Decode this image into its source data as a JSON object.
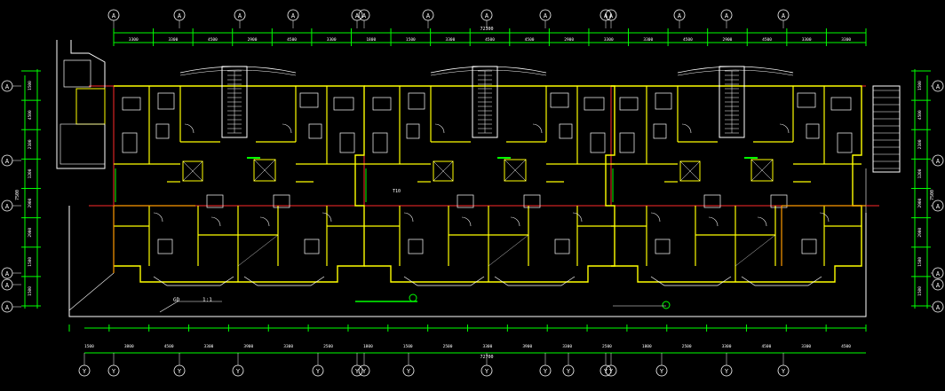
{
  "colors": {
    "background": "#000000",
    "wall": "#ffff00",
    "fixture": "#ffffff",
    "dimension": "#00ff00",
    "axis_line": "#ff2a2a",
    "orange": "#ff9900",
    "cyan": "#00ffff"
  },
  "top_axes": [
    "A",
    "A",
    "A",
    "A",
    "A",
    "A",
    "A",
    "A",
    "A",
    "A",
    "A",
    "A",
    "A",
    "A"
  ],
  "bottom_axes": [
    "Y",
    "Y",
    "Y",
    "Y",
    "Y",
    "Y",
    "Y",
    "Y",
    "Y",
    "Y",
    "Y",
    "Y",
    "Y",
    "Y",
    "Y",
    "Y"
  ],
  "left_axes": [
    "A",
    "A",
    "A",
    "A",
    "A",
    "A"
  ],
  "right_axes": [
    "A",
    "A",
    "A",
    "A",
    "A",
    "A"
  ],
  "top_total": "72300",
  "bottom_total": "72700",
  "left_total": "7500",
  "right_total": "7500",
  "top_dims": [
    "3300",
    "3300",
    "4500",
    "2900",
    "4500",
    "3300",
    "1800",
    "1500",
    "3300",
    "4500",
    "4500",
    "2900",
    "3300",
    "3300",
    "4500",
    "2900",
    "4500",
    "3300",
    "3300"
  ],
  "bottom_dims": [
    "1500",
    "3800",
    "4500",
    "3300",
    "3900",
    "3300",
    "2500",
    "1800",
    "1500",
    "2500",
    "3300",
    "3900",
    "3300",
    "2500",
    "1800",
    "2500",
    "3300",
    "4500",
    "3300",
    "4500"
  ],
  "left_dims": [
    "1500",
    "4500",
    "2100",
    "1200",
    "2900",
    "2900",
    "1500",
    "1500"
  ],
  "right_dims": [
    "1500",
    "4500",
    "2100",
    "1200",
    "2900",
    "2900",
    "1500",
    "1500"
  ],
  "small_labels": {
    "label_1": "GD",
    "label_2": "1:1",
    "label_3": "T10"
  }
}
